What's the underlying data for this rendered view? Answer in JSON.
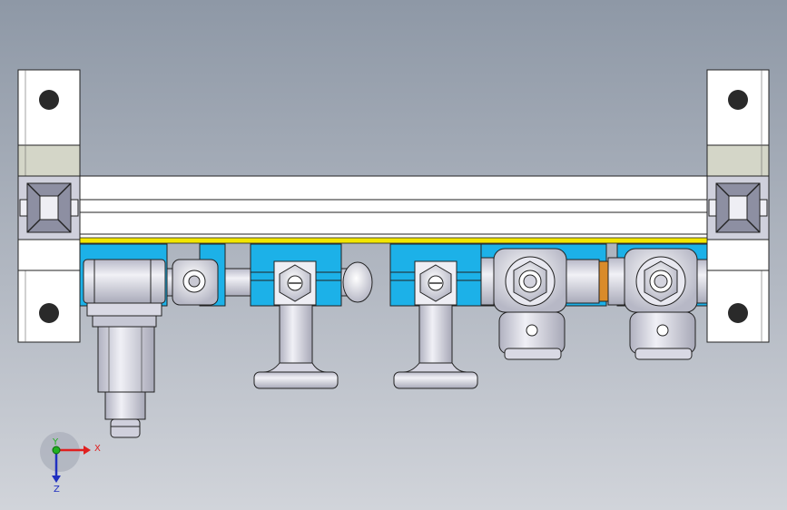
{
  "viewport": {
    "name": "cad-3d-viewport",
    "background_top": "#8e98a6",
    "background_bottom": "#d1d4da"
  },
  "colors": {
    "block_blue": "#1cb1e8",
    "rail_yellow": "#f2e600",
    "metal_light": "#e4e4ee",
    "metal_mid": "#c3c4d2",
    "frame_grey": "#d7d9cc",
    "fitting_orange": "#d98b2a"
  },
  "triad": {
    "x_label": "X",
    "y_label": "Y",
    "z_label": "Z",
    "x_color": "#e02020",
    "y_color": "#20b020",
    "z_color": "#2030c0"
  },
  "components": {
    "left_bracket": "mounting-bracket-left",
    "right_bracket": "mounting-bracket-right",
    "profile": "aluminum-profile-rail",
    "solenoid": "solenoid-valve",
    "regulators": [
      "pressure-regulator-1",
      "pressure-regulator-2"
    ],
    "standoffs": [
      "flange-standoff-1",
      "flange-standoff-2"
    ]
  }
}
